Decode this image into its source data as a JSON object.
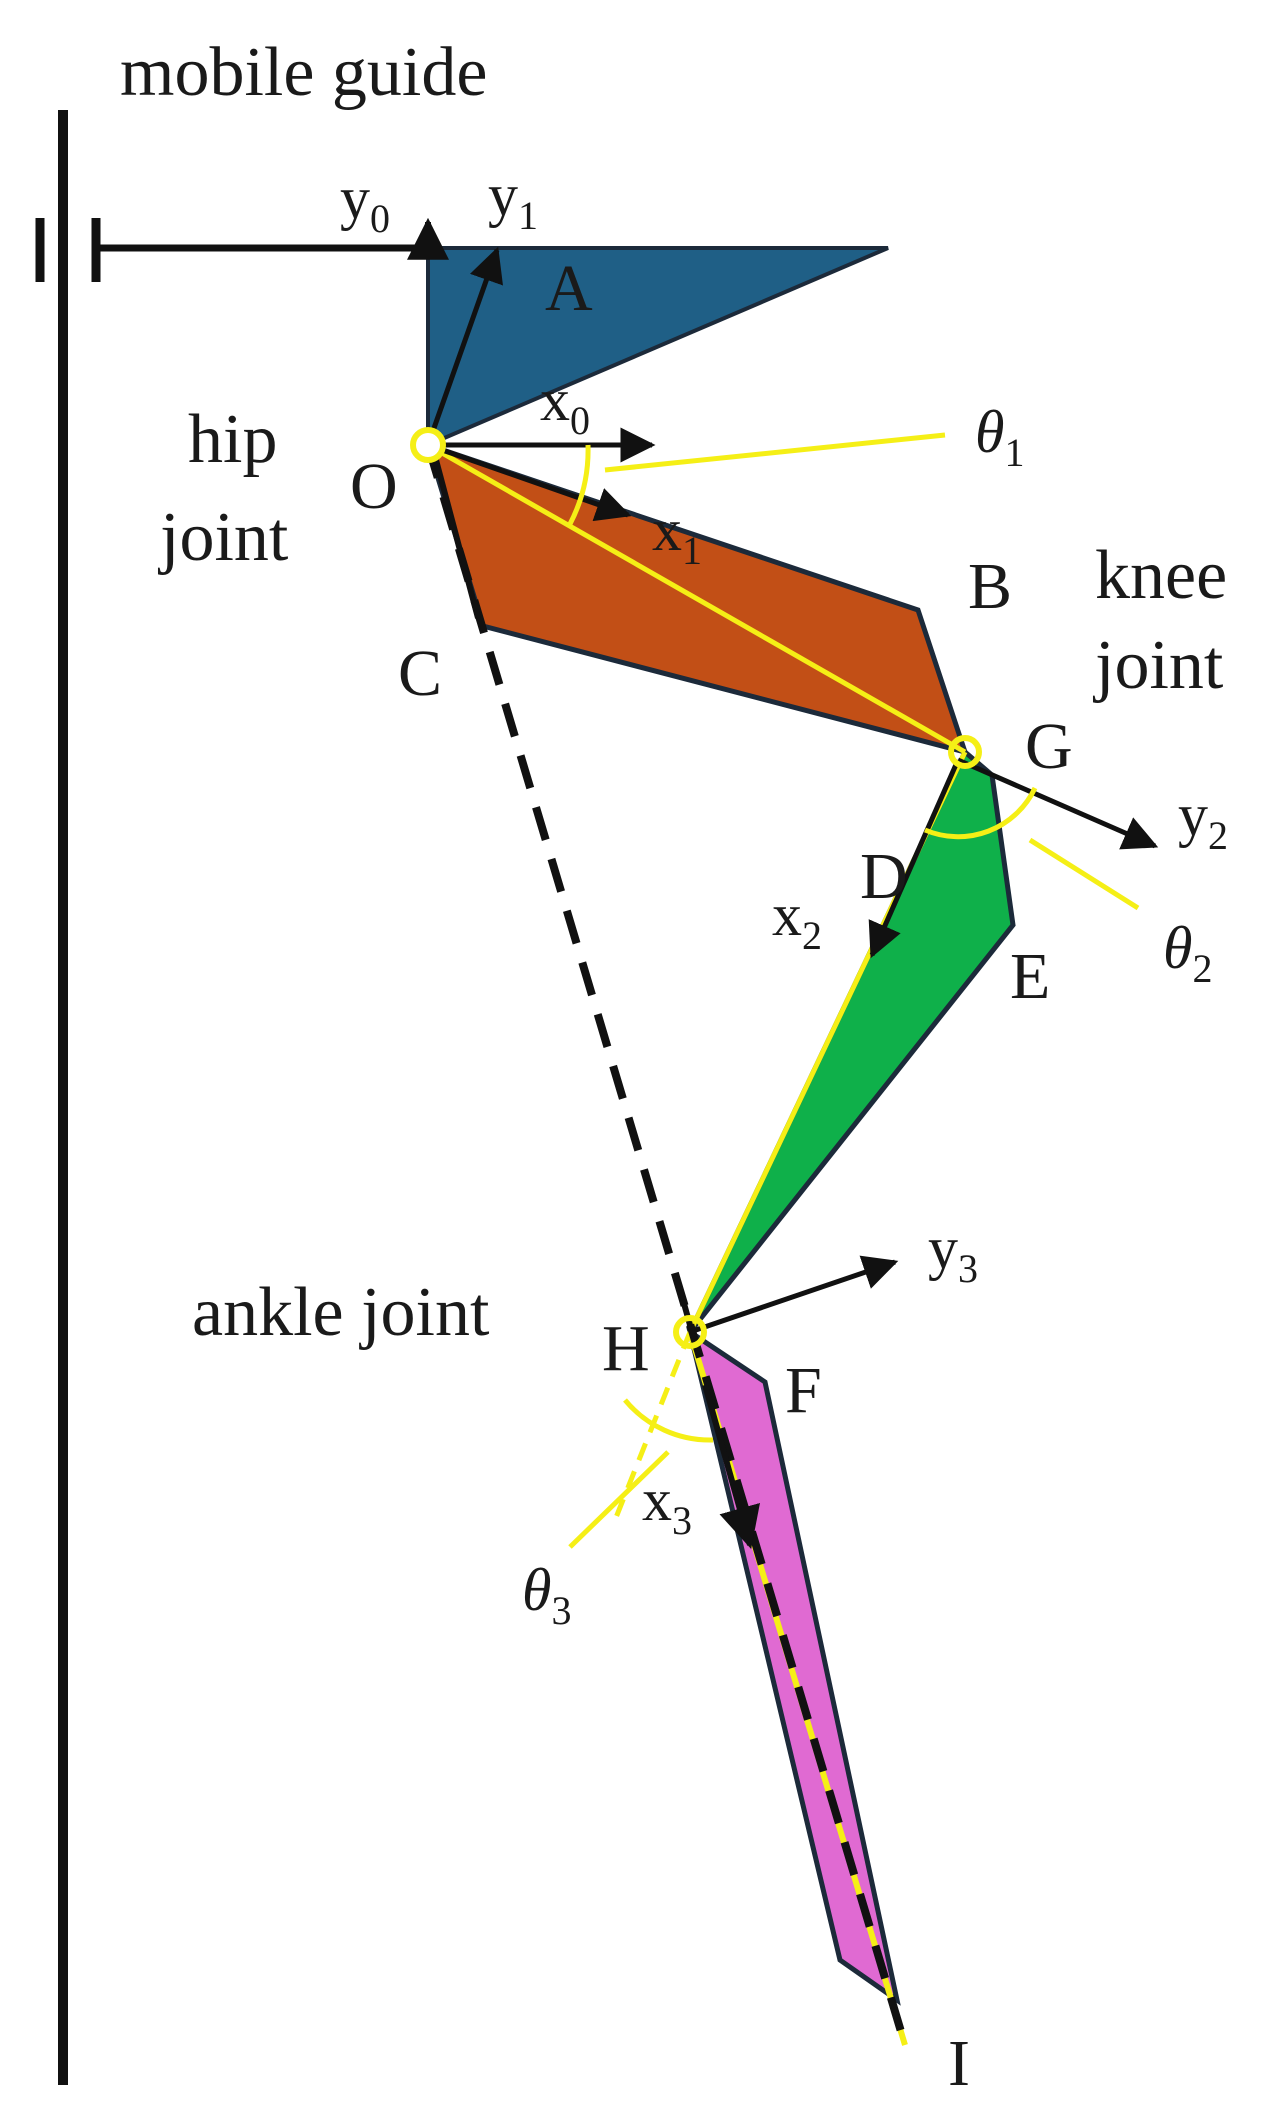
{
  "labels": {
    "mobile_guide": "mobile guide",
    "hip_joint": [
      "hip",
      "joint"
    ],
    "knee_joint": [
      "knee",
      "joint"
    ],
    "ankle_joint": "ankle joint"
  },
  "points": {
    "A": "A",
    "O": "O",
    "B": "B",
    "C": "C",
    "G": "G",
    "D": "D",
    "E": "E",
    "H": "H",
    "F": "F",
    "I": "I"
  },
  "axes": {
    "y0": {
      "base": "y",
      "sub": "0"
    },
    "y1": {
      "base": "y",
      "sub": "1"
    },
    "x0": {
      "base": "x",
      "sub": "0"
    },
    "x1": {
      "base": "x",
      "sub": "1"
    },
    "y2": {
      "base": "y",
      "sub": "2"
    },
    "x2": {
      "base": "x",
      "sub": "2"
    },
    "y3": {
      "base": "y",
      "sub": "3"
    },
    "x3": {
      "base": "x",
      "sub": "3"
    }
  },
  "angles": {
    "theta1": {
      "base": "θ",
      "sub": "1"
    },
    "theta2": {
      "base": "θ",
      "sub": "2"
    },
    "theta3": {
      "base": "θ",
      "sub": "3"
    }
  },
  "colors": {
    "link_thigh_upper": "#1f5f86",
    "link_thigh": "#c24f16",
    "link_shank": "#0fb04a",
    "link_foot": "#e06ad2",
    "highlight": "#f5ef16",
    "outline": "#1c2a3a",
    "line": "#111111"
  }
}
